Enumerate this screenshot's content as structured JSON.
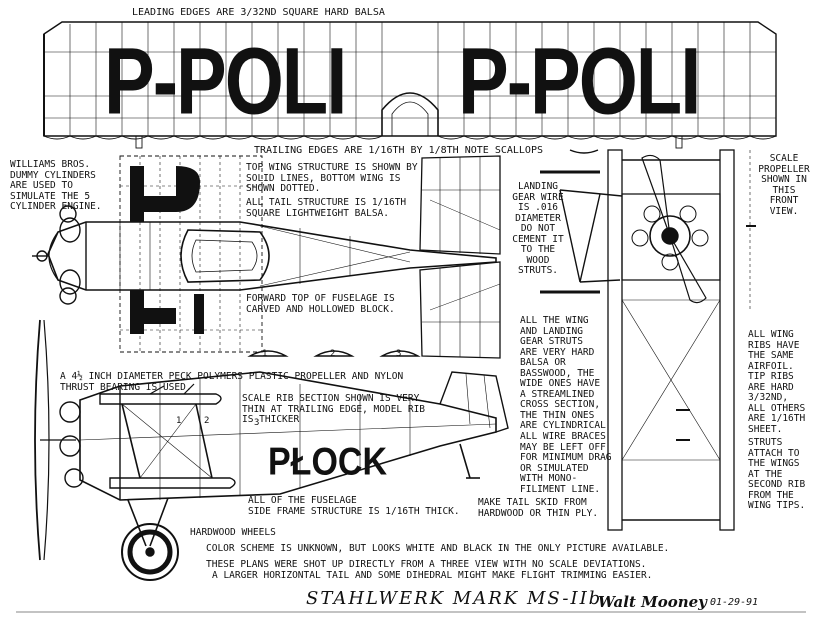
{
  "wing_notes": {
    "leading_edges": "LEADING EDGES ARE 3/32ND SQUARE HARD BALSA",
    "trailing_edges": "TRAILING EDGES ARE 1/16TH BY 1/8TH NOTE SCALLOPS"
  },
  "registration": {
    "left_wing": "P-POLI",
    "right_wing": "P-POLI",
    "side_lettering": "PŁOCK",
    "tail_letter": "P"
  },
  "notes": {
    "dummy_cylinders": "WILLIAMS BROS.\nDUMMY CYLINDERS\nARE USED TO\nSIMULATE THE 5\nCYLINDER ENGINE.",
    "top_wing_structure": "TOP WING STRUCTURE IS SHOWN BY\nSOLID LINES, BOTTOM WING IS\nSHOWN DOTTED.",
    "tail_structure": "ALL TAIL STRUCTURE IS 1/16TH\nSQUARE LIGHTWEIGHT BALSA.",
    "landing_gear_wire": "LANDING\nGEAR WIRE\nIS .016\nDIAMETER\nDO NOT\nCEMENT IT\nTO THE\nWOOD\nSTRUTS.",
    "scale_propeller": "SCALE\nPROPELLER\nSHOWN IN\nTHIS\nFRONT\nVIEW.",
    "forward_top": "FORWARD TOP OF FUSELAGE IS\nCARVED AND HOLLOWED BLOCK.",
    "struts": "ALL THE WING\nAND LANDING\nGEAR STRUTS\nARE VERY HARD\nBALSA OR\nBASSWOOD, THE\nWIDE ONES HAVE\nA STREAMLINED\nCROSS SECTION,\nTHE THIN ONES\nARE CYLINDRICAL",
    "ribs": "ALL WING\nRIBS HAVE\nTHE SAME\nAIRFOIL.\nTIP RIBS\nARE HARD\n3/32ND,\nALL OTHERS\nARE 1/16TH\nSHEET.",
    "propeller": "A 4½ INCH DIAMETER PECK POLYMERS PLASTIC PROPELLER AND NYLON\nTHRUST BEARING IS USED.",
    "rib_section": "SCALE RIB SECTION SHOWN IS VERY\nTHIN AT TRAILING EDGE, MODEL RIB\nIS THICKER",
    "wire_braces": "ALL WIRE BRACES\nMAY BE LEFT OFF\nFOR MINIMUM DRAG\nOR SIMULATED\nWITH MONO-\nFILIMENT LINE.",
    "struts_attach": "STRUTS\nATTACH TO\nTHE WINGS\nAT THE\nSECOND RIB\nFROM THE\nWING TIPS.",
    "fuselage_frame": "ALL OF THE FUSELAGE\nSIDE FRAME STRUCTURE IS 1/16TH THICK.",
    "tail_skid": "MAKE TAIL SKID FROM\nHARDWOOD OR THIN PLY.",
    "wheels": "HARDWOOD WHEELS",
    "color_scheme": "COLOR SCHEME IS UNKNOWN, BUT LOOKS WHITE AND BLACK IN THE ONLY PICTURE AVAILABLE.",
    "plans_shot": "THESE PLANS WERE SHOT UP DIRECTLY FROM A THREE VIEW WITH NO SCALE DEVIATIONS.",
    "larger_tail": "A LARGER HORIZONTAL TAIL AND SOME DIHEDRAL MIGHT MAKE FLIGHT TRIMMING EASIER."
  },
  "rib_numbers": [
    "1",
    "2",
    "3"
  ],
  "side_numbers": [
    "1",
    "2",
    "3"
  ],
  "title": "STAHLWERK MARK MS-IIb",
  "signature": "Walt Mooney",
  "date": "01-29-91"
}
